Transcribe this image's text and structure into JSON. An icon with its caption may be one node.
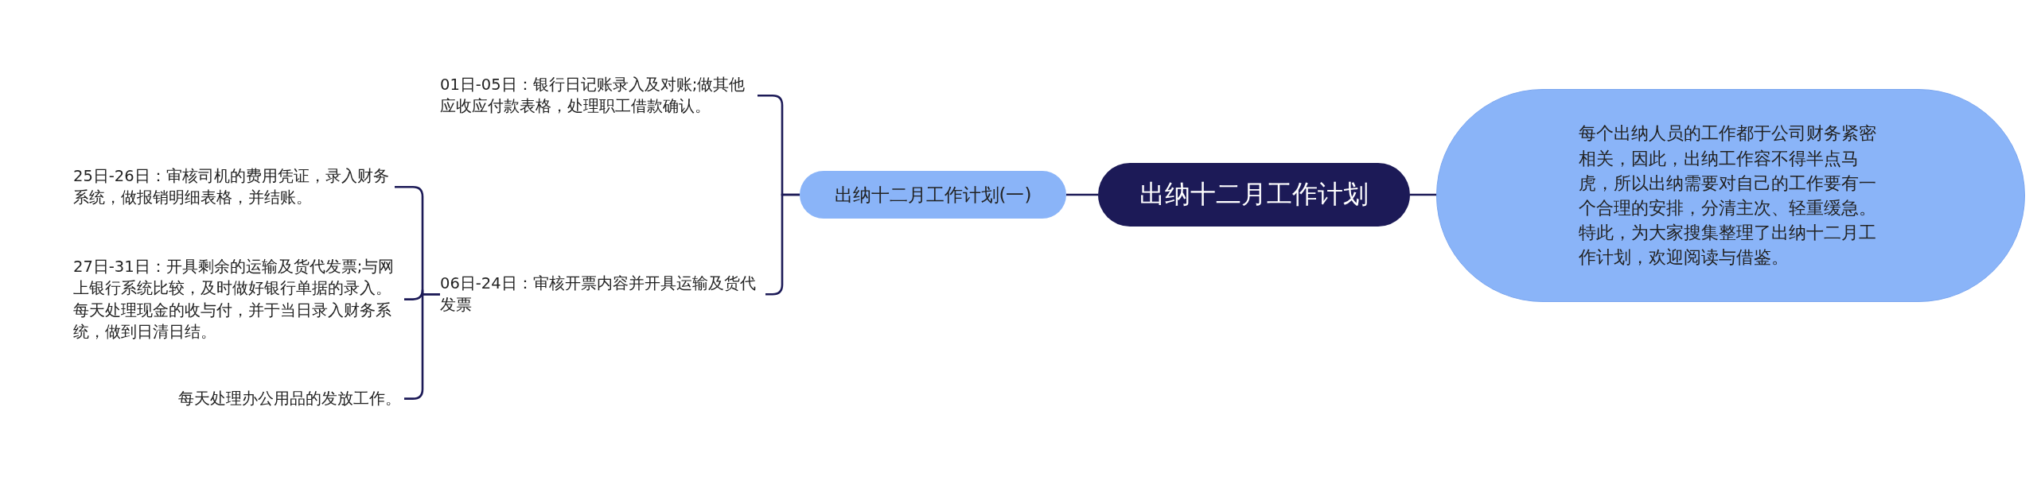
{
  "diagram": {
    "nodes": [
      {
        "text": [
          "出纳十二月工作计划"
        ]
      },
      {
        "text": [
          "每个出纳人员的工作都于公司财务紧密相关，因此，出纳工作容不得半点马虎，所以出纳需要对自己的工作要有一个合理的安排，分清主次、轻重缓急。特此，为大家搜集整理了出纳十二月工作计划，欢迎阅读与借鉴。"
        ]
      },
      {
        "text": [
          "出纳十二月工作计划(一)"
        ]
      },
      {
        "text": [
          "01日-05日：银行日记账录入及对账;做其他应收应付款表格，处理职工借款确认。"
        ]
      },
      {
        "text": [
          "06日-24日：审核开票内容并开具运输及货代发票"
        ]
      },
      {
        "text": [
          "25日-26日：审核司机的费用凭证，录入财务系统，做报销明细表格，并结账。"
        ]
      },
      {
        "text": [
          "27日-31日：开具剩余的运输及货代发票;与网上银行系统比较，及时做好银行单据的录入。每天处理现金的收与付，并于当日录入财务系统，做到日清日结。"
        ]
      },
      {
        "text": [
          "每天处理办公用品的发放工作。"
        ]
      }
    ],
    "edges": [
      {
        "from": 0,
        "to": 1,
        "arrow": "none"
      },
      {
        "from": 0,
        "to": 2,
        "arrow": "none"
      },
      {
        "from": 2,
        "to": 3,
        "arrow": "none"
      },
      {
        "from": 2,
        "to": 4,
        "arrow": "none"
      },
      {
        "from": 4,
        "to": 5,
        "arrow": "none"
      },
      {
        "from": 4,
        "to": 6,
        "arrow": "none"
      },
      {
        "from": 4,
        "to": 7,
        "arrow": "none"
      }
    ]
  }
}
